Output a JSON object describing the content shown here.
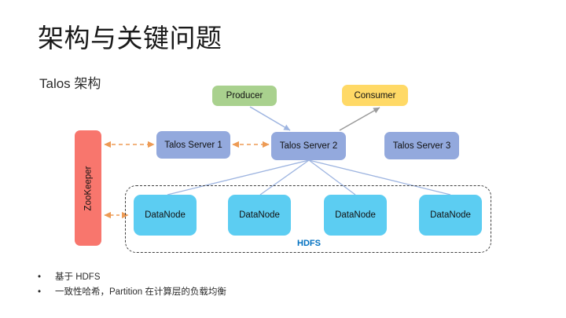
{
  "slide": {
    "title": "架构与关键问题",
    "subtitle": "Talos 架构"
  },
  "diagram": {
    "producer": {
      "label": "Producer",
      "color": "#a9d18e"
    },
    "consumer": {
      "label": "Consumer",
      "color": "#ffd966"
    },
    "zookeeper": {
      "label": "ZooKeeper",
      "color": "#f8766d"
    },
    "servers": [
      {
        "label": "Talos Server 1",
        "color": "#93a9dd"
      },
      {
        "label": "Talos Server 2",
        "color": "#93a9dd"
      },
      {
        "label": "Talos Server 3",
        "color": "#93a9dd"
      }
    ],
    "datanodes": [
      {
        "label": "DataNode",
        "color": "#5ccdf2"
      },
      {
        "label": "DataNode",
        "color": "#5ccdf2"
      },
      {
        "label": "DataNode",
        "color": "#5ccdf2"
      },
      {
        "label": "DataNode",
        "color": "#5ccdf2"
      }
    ],
    "hdfs_group_label": "HDFS",
    "hdfs_label_color": "#0070c0",
    "connector_colors": {
      "solid_blue": "#9db4e0",
      "solid_gray": "#9a9a9a",
      "dashed_orange": "#ed9b55"
    }
  },
  "bullets": {
    "marker": "•",
    "items": [
      "基于 HDFS",
      "一致性哈希，Partition 在计算层的负载均衡"
    ]
  }
}
